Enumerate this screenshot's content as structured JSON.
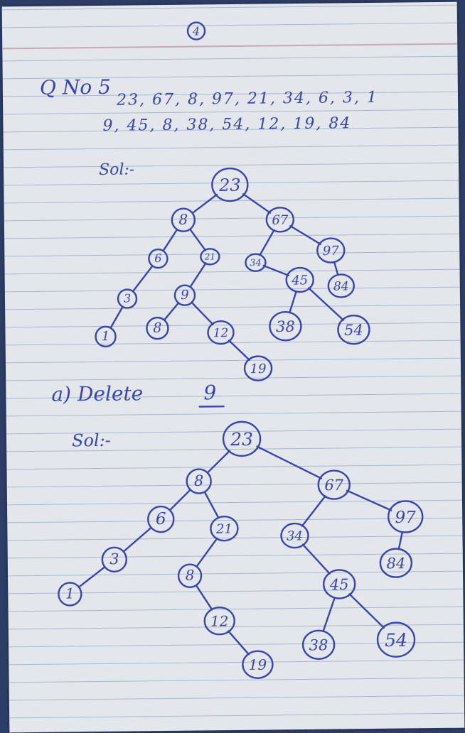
{
  "page_number": "4",
  "question": "Q No 5",
  "sequence_lines": [
    "23, 67, 8, 97, 21, 34, 6, 3, 1",
    "9, 45, 8, 38, 54, 12, 19, 84"
  ],
  "solution_label_1": "Sol:-",
  "part_a": "a) Delete",
  "part_a_value": "9",
  "solution_label_2": "Sol:-",
  "ink_color": "#3845b0",
  "tree1": {
    "nodes": [
      {
        "id": "n23",
        "label": "23"
      },
      {
        "id": "n8",
        "label": "8"
      },
      {
        "id": "n67",
        "label": "67"
      },
      {
        "id": "n6",
        "label": "6"
      },
      {
        "id": "n21",
        "label": "21"
      },
      {
        "id": "n34",
        "label": "34"
      },
      {
        "id": "n97",
        "label": "97"
      },
      {
        "id": "n3",
        "label": "3"
      },
      {
        "id": "n9",
        "label": "9"
      },
      {
        "id": "n45",
        "label": "45"
      },
      {
        "id": "n84",
        "label": "84"
      },
      {
        "id": "n1",
        "label": "1"
      },
      {
        "id": "n8b",
        "label": "8"
      },
      {
        "id": "n12",
        "label": "12"
      },
      {
        "id": "n38",
        "label": "38"
      },
      {
        "id": "n54",
        "label": "54"
      },
      {
        "id": "n19",
        "label": "19"
      }
    ]
  },
  "tree2": {
    "nodes": [
      {
        "id": "m23",
        "label": "23"
      },
      {
        "id": "m8",
        "label": "8"
      },
      {
        "id": "m67",
        "label": "67"
      },
      {
        "id": "m6",
        "label": "6"
      },
      {
        "id": "m21",
        "label": "21"
      },
      {
        "id": "m34",
        "label": "34"
      },
      {
        "id": "m97",
        "label": "97"
      },
      {
        "id": "m3",
        "label": "3"
      },
      {
        "id": "m8b",
        "label": "8"
      },
      {
        "id": "m45",
        "label": "45"
      },
      {
        "id": "m84",
        "label": "84"
      },
      {
        "id": "m1",
        "label": "1"
      },
      {
        "id": "m12",
        "label": "12"
      },
      {
        "id": "m38",
        "label": "38"
      },
      {
        "id": "m54",
        "label": "54"
      },
      {
        "id": "m19",
        "label": "19"
      }
    ]
  }
}
